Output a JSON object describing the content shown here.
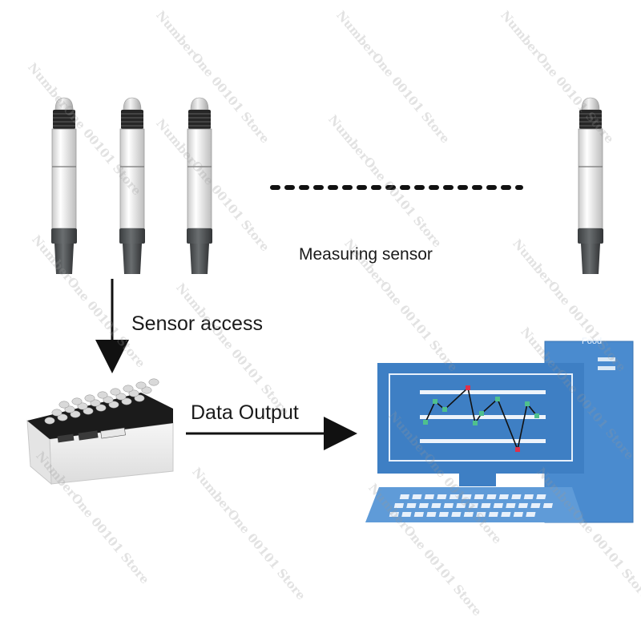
{
  "labels": {
    "measuring_sensor": "Measuring sensor",
    "sensor_access": "Sensor access",
    "data_output": "Data Output"
  },
  "monitor": {
    "tower_label": "Food"
  },
  "watermark": {
    "text": "NumberOne 00101 Store"
  },
  "colors": {
    "screen_blue": "#3e7fc4",
    "tower_blue": "#4a8bcf",
    "keyboard_blue": "#5f9bd8",
    "point_green": "#4fc08d",
    "point_red": "#e0304a",
    "probe_tip": "#5a5d5f",
    "arrow": "#111111"
  }
}
